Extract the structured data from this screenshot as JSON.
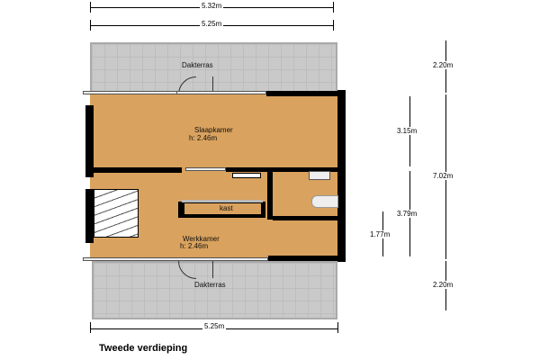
{
  "dimensions": {
    "top_outer": "5.32m",
    "top_inner": "5.25m",
    "bottom": "5.25m",
    "right_top": "2.20m",
    "right_total": "7.02m",
    "right_bottom": "2.20m",
    "mid_upper": "3.15m",
    "mid_lower": "3.79m",
    "small": "1.77m"
  },
  "rooms": {
    "terrace_top": "Dakterras",
    "bedroom": "Slaapkamer",
    "bedroom_height": "h: 2.46m",
    "closet": "kast",
    "study": "Werkkamer",
    "study_height": "h: 2.46m",
    "terrace_bottom": "Dakterras"
  },
  "title": "Tweede verdieping",
  "colors": {
    "room": "#d9a25e",
    "terrace": "#c9c9c9",
    "wall": "#000000"
  }
}
